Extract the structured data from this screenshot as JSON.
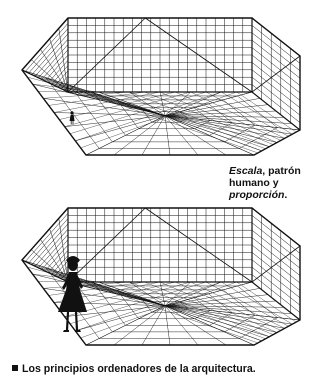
{
  "caption": {
    "line1_italic": "Escala",
    "line1_rest": ", patrón",
    "line2": "humano y",
    "line3_italic": "proporción",
    "line3_rest": "."
  },
  "footer": {
    "text": "Los principios ordenadores de la arquitectura."
  },
  "colors": {
    "ink": "#111111",
    "paper": "#ffffff"
  },
  "figures": {
    "top_figure": "small human figure",
    "bottom_figure": "large human figure"
  }
}
